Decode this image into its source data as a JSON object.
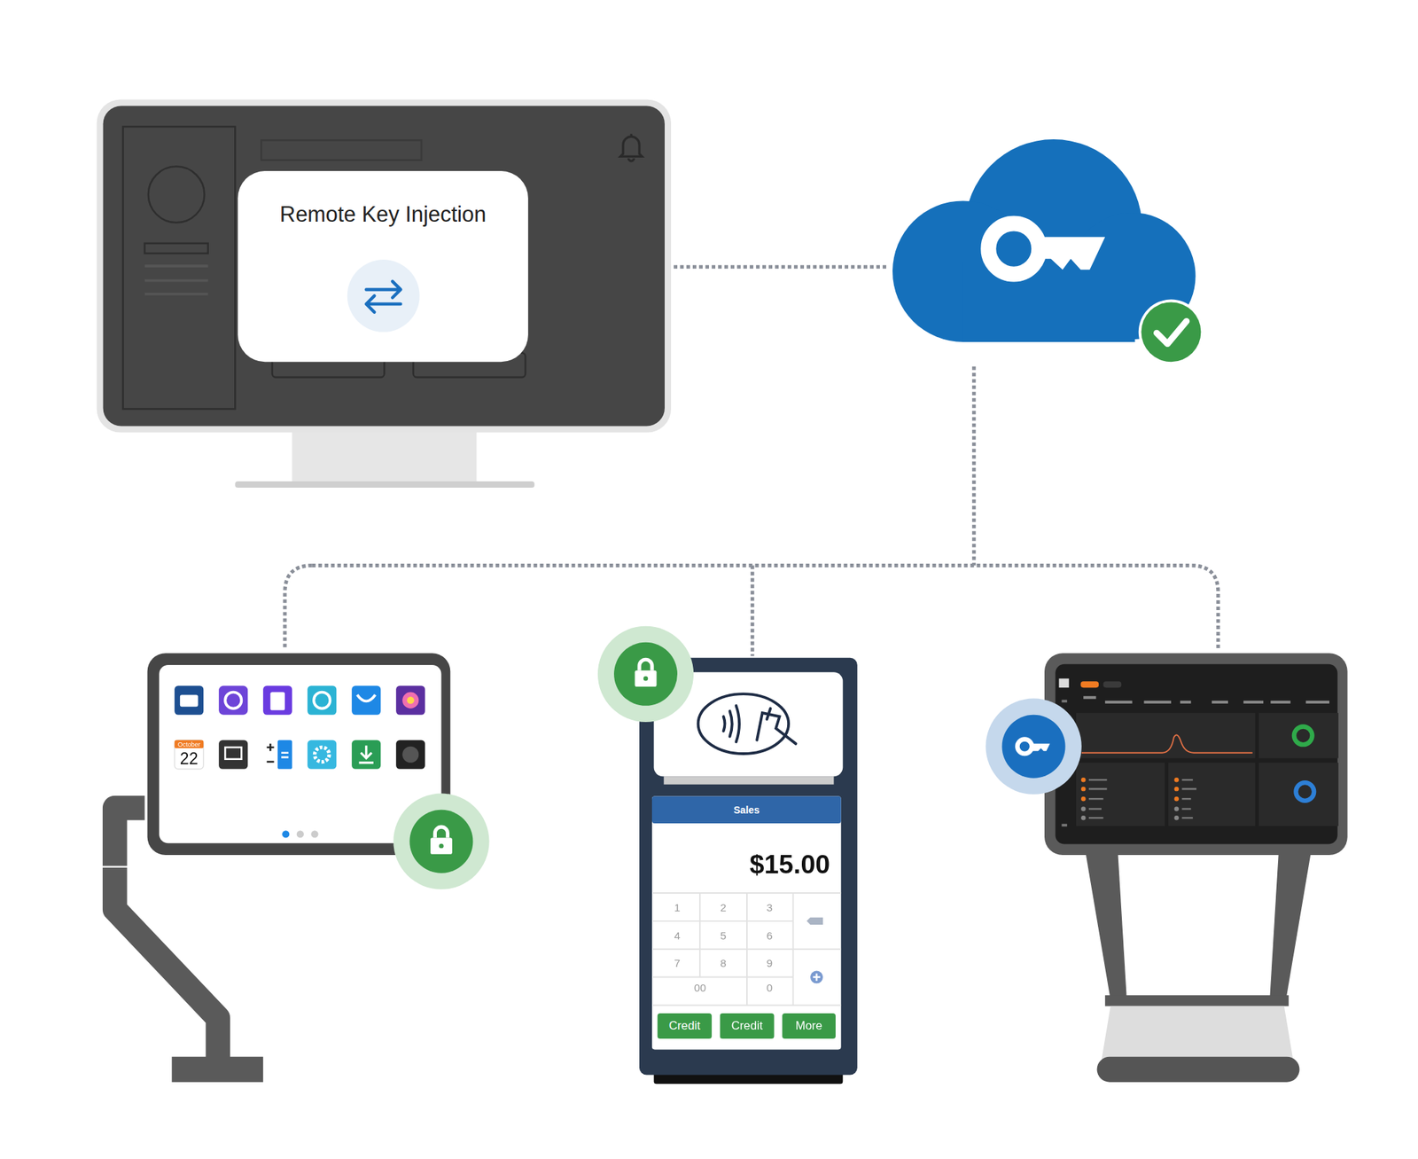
{
  "diagram": {
    "nodes": [
      {
        "text": [
          "Remote Key Injection"
        ]
      },
      {
        "text": [
          "Sales"
        ]
      },
      {
        "text": [
          "Credit"
        ]
      },
      {
        "text": [
          "Credit"
        ]
      },
      {
        "text": [
          "More"
        ]
      }
    ],
    "labels": [
      "October",
      "22",
      "$15.00",
      "1",
      "2",
      "3",
      "4",
      "5",
      "6",
      "7",
      "8",
      "9",
      "00",
      "0"
    ]
  }
}
